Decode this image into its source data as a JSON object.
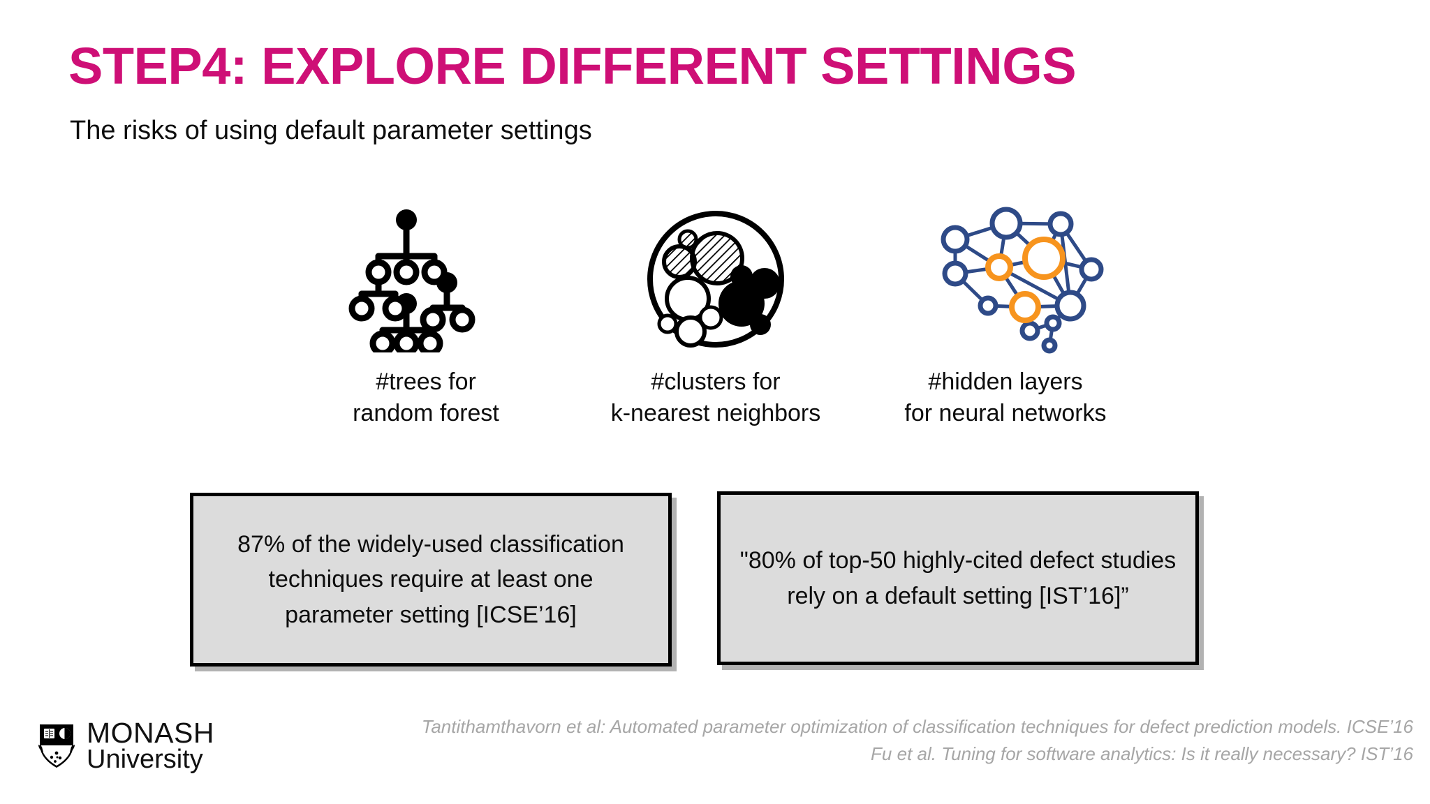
{
  "slide": {
    "title": "STEP4: EXPLORE DIFFERENT SETTINGS",
    "subtitle": "The risks of using default parameter settings",
    "title_color": "#CE0F76",
    "background_color": "#FFFFFF"
  },
  "concepts": [
    {
      "icon": "decision-tree-icon",
      "caption_line1": "#trees for",
      "caption_line2": "random forest"
    },
    {
      "icon": "clusters-icon",
      "caption_line1": "#clusters for",
      "caption_line2": "k-nearest neighbors"
    },
    {
      "icon": "neural-network-icon",
      "caption_line1": "#hidden layers",
      "caption_line2": "for neural networks"
    }
  ],
  "callouts": [
    {
      "text": "87% of the widely-used classification techniques require at least one parameter setting [ICSE’16]",
      "fill_color": "#DCDCDC",
      "border_color": "#000000"
    },
    {
      "text": "\"80% of top-50 highly-cited defect studies rely on a default setting [IST’16]”",
      "fill_color": "#DCDCDC",
      "border_color": "#000000"
    }
  ],
  "footer": {
    "logo": {
      "crest": "monash-crest-icon",
      "line1": "MONASH",
      "line2": "University"
    },
    "citations": [
      "Tantithamthavorn et al: Automated parameter optimization of classification techniques for defect prediction models. ICSE’16",
      "Fu et al. Tuning for software analytics: Is it really necessary? IST’16"
    ]
  },
  "palette": {
    "magenta": "#CE0F76",
    "navy": "#2E4A87",
    "orange": "#F7941E",
    "box_gray": "#DCDCDC",
    "citation_gray": "#A6A6A6"
  }
}
